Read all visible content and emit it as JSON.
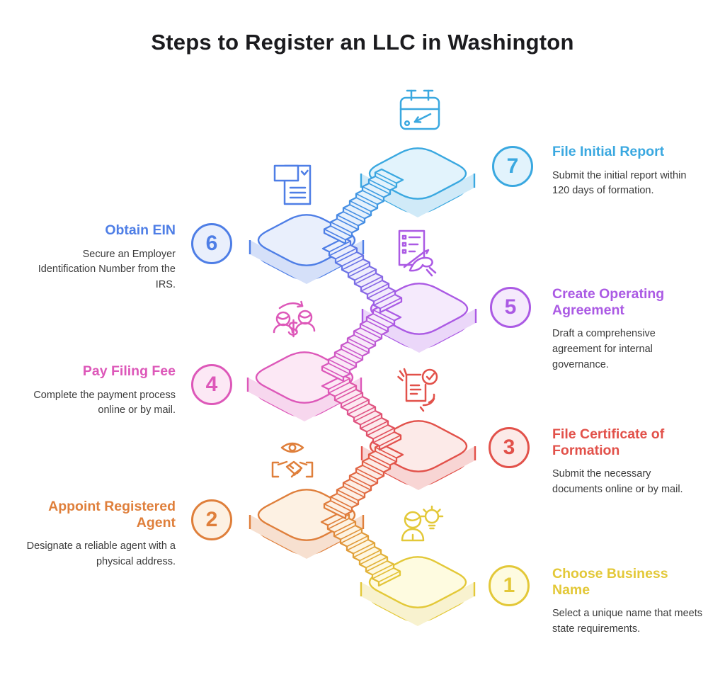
{
  "title": "Steps to Register an LLC in Washington",
  "steps": [
    {
      "number": "1",
      "title": "Choose Business Name",
      "description": "Select a unique name that meets state requirements.",
      "color": "#E3C838",
      "tint": "#FEFBE0",
      "icon": "idea-person-icon"
    },
    {
      "number": "2",
      "title": "Appoint Registered Agent",
      "description": "Designate a reliable agent with a physical address.",
      "color": "#DF7F3B",
      "tint": "#FDF1E3",
      "icon": "trusted-agent-icon"
    },
    {
      "number": "3",
      "title": "File Certificate of Formation",
      "description": "Submit the necessary documents online or by mail.",
      "color": "#E2514A",
      "tint": "#FCEAE8",
      "icon": "approved-document-icon"
    },
    {
      "number": "4",
      "title": "Pay Filing Fee",
      "description": "Complete the payment process online or by mail.",
      "color": "#DD58B9",
      "tint": "#FCE8F5",
      "icon": "payment-transfer-icon"
    },
    {
      "number": "5",
      "title": "Create Operating Agreement",
      "description": "Draft a comprehensive agreement for internal governance.",
      "color": "#AB5AE4",
      "tint": "#F5EAFC",
      "icon": "signing-document-icon"
    },
    {
      "number": "6",
      "title": "Obtain EIN",
      "description": "Secure an Employer Identification Number from the IRS.",
      "color": "#4E7EE6",
      "tint": "#E9EFFC",
      "icon": "form-checklist-icon"
    },
    {
      "number": "7",
      "title": "File Initial Report",
      "description": "Submit the initial report within 120 days of formation.",
      "color": "#3AA8E0",
      "tint": "#E2F3FC",
      "icon": "calendar-deadline-icon"
    }
  ],
  "colors": {
    "background": "#FFFFFF",
    "heading": "#1B1B1E",
    "body_text": "#3B3B3B"
  }
}
